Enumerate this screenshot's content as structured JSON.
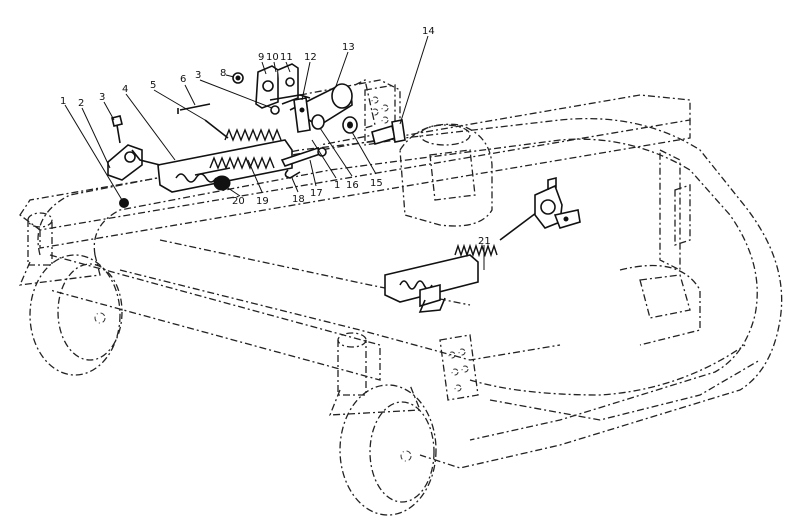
{
  "callouts": [
    {
      "id": "c1",
      "text": "1"
    },
    {
      "id": "c2",
      "text": "2"
    },
    {
      "id": "c3a",
      "text": "3"
    },
    {
      "id": "c4",
      "text": "4"
    },
    {
      "id": "c5",
      "text": "5"
    },
    {
      "id": "c6",
      "text": "6"
    },
    {
      "id": "c3b",
      "text": "3"
    },
    {
      "id": "c8",
      "text": "8"
    },
    {
      "id": "c9",
      "text": "9"
    },
    {
      "id": "c10",
      "text": "10"
    },
    {
      "id": "c11",
      "text": "11"
    },
    {
      "id": "c12",
      "text": "12"
    },
    {
      "id": "c13",
      "text": "13"
    },
    {
      "id": "c14",
      "text": "14"
    },
    {
      "id": "c15",
      "text": "15"
    },
    {
      "id": "c16",
      "text": "16"
    },
    {
      "id": "c1b",
      "text": "1"
    },
    {
      "id": "c17",
      "text": "17"
    },
    {
      "id": "c18",
      "text": "18"
    },
    {
      "id": "c19",
      "text": "19"
    },
    {
      "id": "c20",
      "text": "20"
    },
    {
      "id": "c21",
      "text": "21"
    }
  ]
}
